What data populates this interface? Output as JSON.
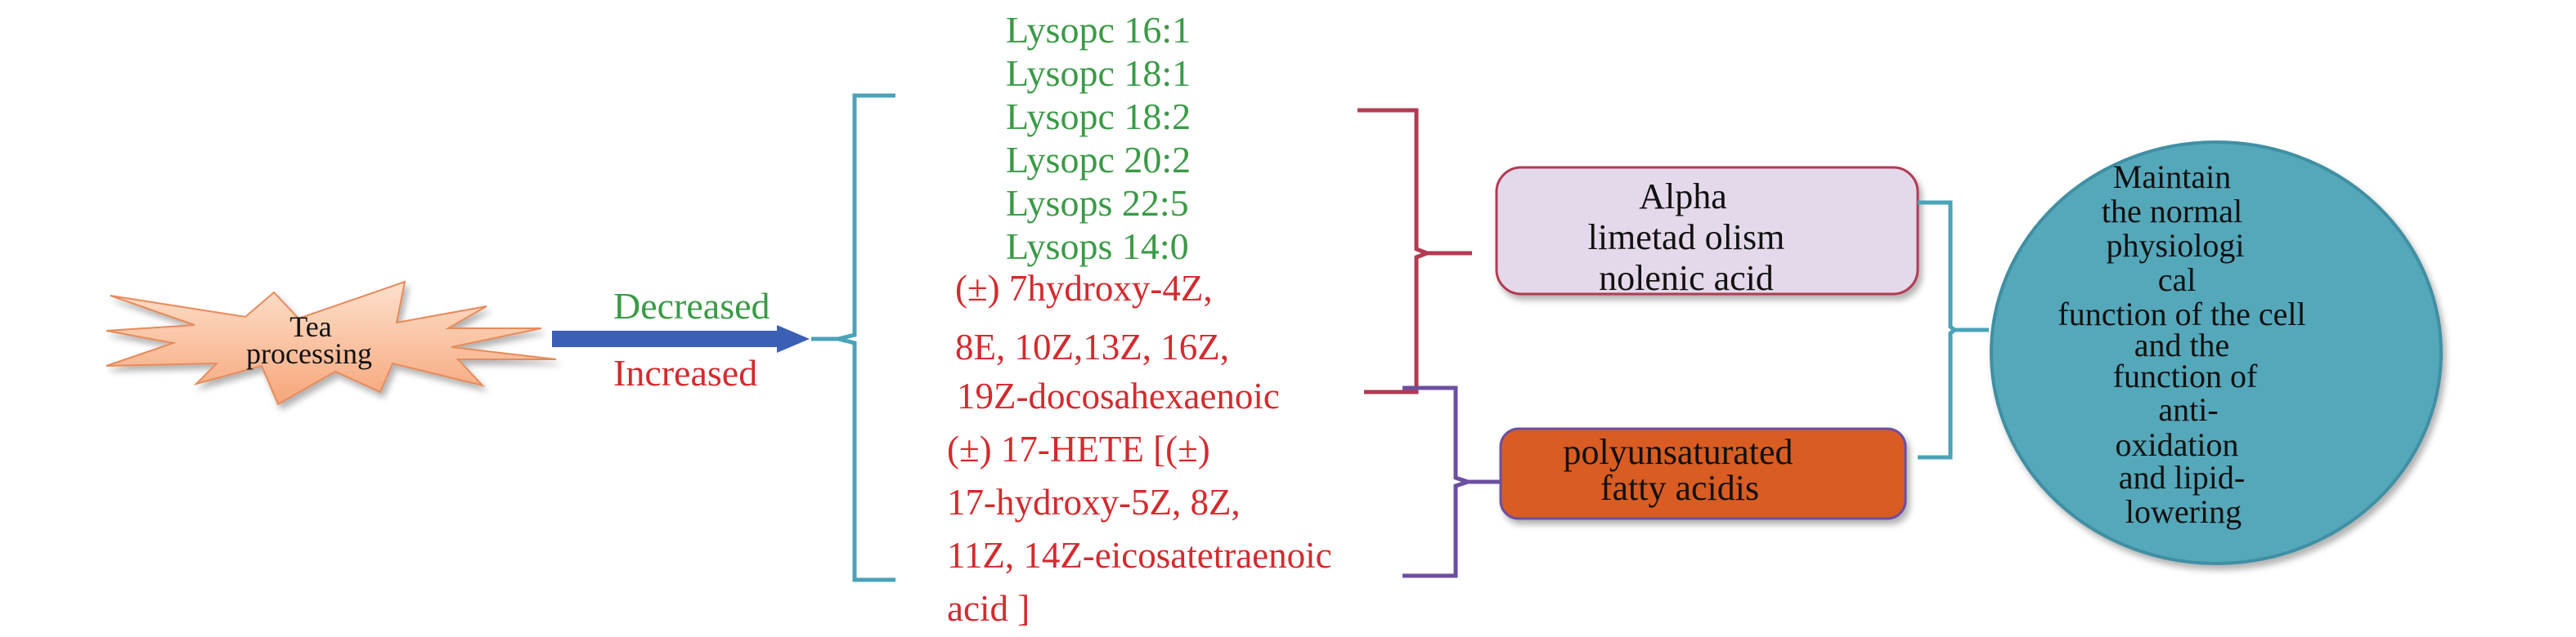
{
  "source_node": {
    "lines": [
      "Tea",
      "processing"
    ]
  },
  "arrow_labels": {
    "decreased": "Decreased",
    "increased": "Increased"
  },
  "decreased_metabolites": [
    "Lysopc 16:1",
    "Lysopc 18:1",
    "Lysopc 18:2",
    "Lysopc 20:2",
    "Lysops 22:5",
    "Lysops 14:0"
  ],
  "increased_metabolites": [
    "(±) 7hydroxy-4Z,",
    "8E, 10Z,13Z, 16Z,",
    "19Z-docosahexaenoic",
    "(±) 17-HETE [(±)",
    "17-hydroxy-5Z, 8Z,",
    "11Z, 14Z-eicosatetraenoic",
    "acid ]"
  ],
  "pathway_boxes": [
    {
      "lines": [
        "Alpha",
        "limetad olism",
        "nolenic acid"
      ],
      "fill": "#e3d9ea",
      "border": "#b23a52"
    },
    {
      "lines": [
        "polyunsaturated",
        "fatty acidis"
      ],
      "fill": "#d95b22",
      "border": "#6c4fa0"
    }
  ],
  "outcome": {
    "lines": [
      "Maintain",
      "the normal",
      "physiologi",
      "cal",
      "function of the cell",
      "and the",
      "function of",
      "anti-",
      "oxidation",
      "and lipid-",
      "lowering"
    ],
    "fill": "#55a7ba"
  },
  "colors": {
    "green": "#3a9a46",
    "red": "#d42a2e",
    "arrow": "#3b5fb5",
    "teal": "#4aa3b8",
    "purple": "#6c4fa0"
  }
}
